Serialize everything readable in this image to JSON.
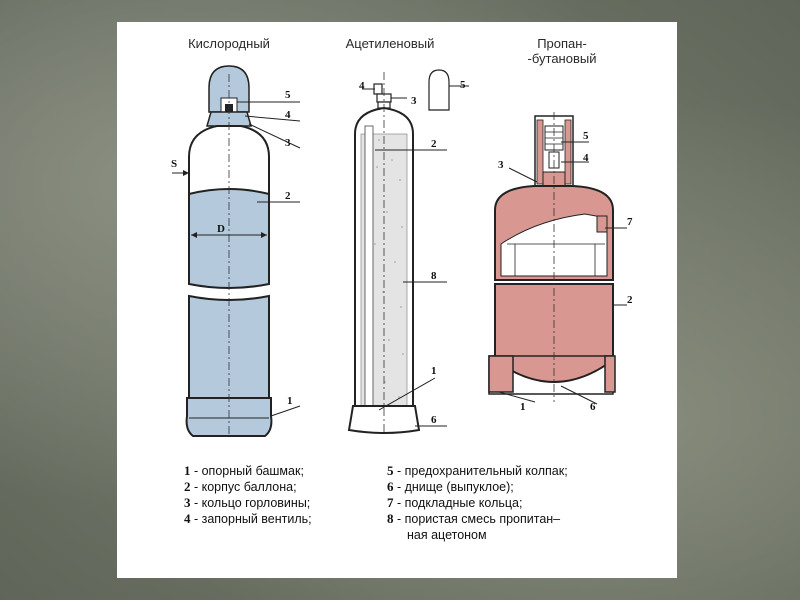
{
  "titles": {
    "oxygen": "Кислородный",
    "acetylene": "Ацетиленовый",
    "propane_line1": "Пропан-",
    "propane_line2": "-бутановый"
  },
  "markers": {
    "s": "S",
    "d": "D",
    "n1": "1",
    "n2": "2",
    "n3": "3",
    "n4": "4",
    "n5": "5",
    "n6": "6",
    "n7": "7",
    "n8": "8"
  },
  "legend": {
    "left": [
      {
        "num": "1",
        "text": " - опорный  башмак;"
      },
      {
        "num": "2",
        "text": " - корпус  баллона;"
      },
      {
        "num": "3",
        "text": " - кольцо  горловины;"
      },
      {
        "num": "4",
        "text": " - запорный  вентиль;"
      }
    ],
    "right": [
      {
        "num": "5",
        "text": " - предохранительный  колпак;"
      },
      {
        "num": "6",
        "text": " - днище (выпуклое);"
      },
      {
        "num": "7",
        "text": " - подкладные  кольца;"
      },
      {
        "num": "8",
        "text": " - пористая  смесь  пропитан–"
      }
    ],
    "right_cont": "ная  ацетоном"
  },
  "colors": {
    "oxygen_fill": "#b4c9dc",
    "propane_fill": "#d99791",
    "porous_fill": "#e4e4e4",
    "outline": "#222222"
  }
}
